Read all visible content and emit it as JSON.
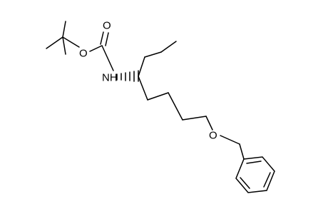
{
  "molecule": {
    "atoms": {
      "oxygen_carbonyl": "O",
      "oxygen_ester": "O",
      "nitrogen_amide": "NH",
      "oxygen_ether": "O"
    }
  }
}
